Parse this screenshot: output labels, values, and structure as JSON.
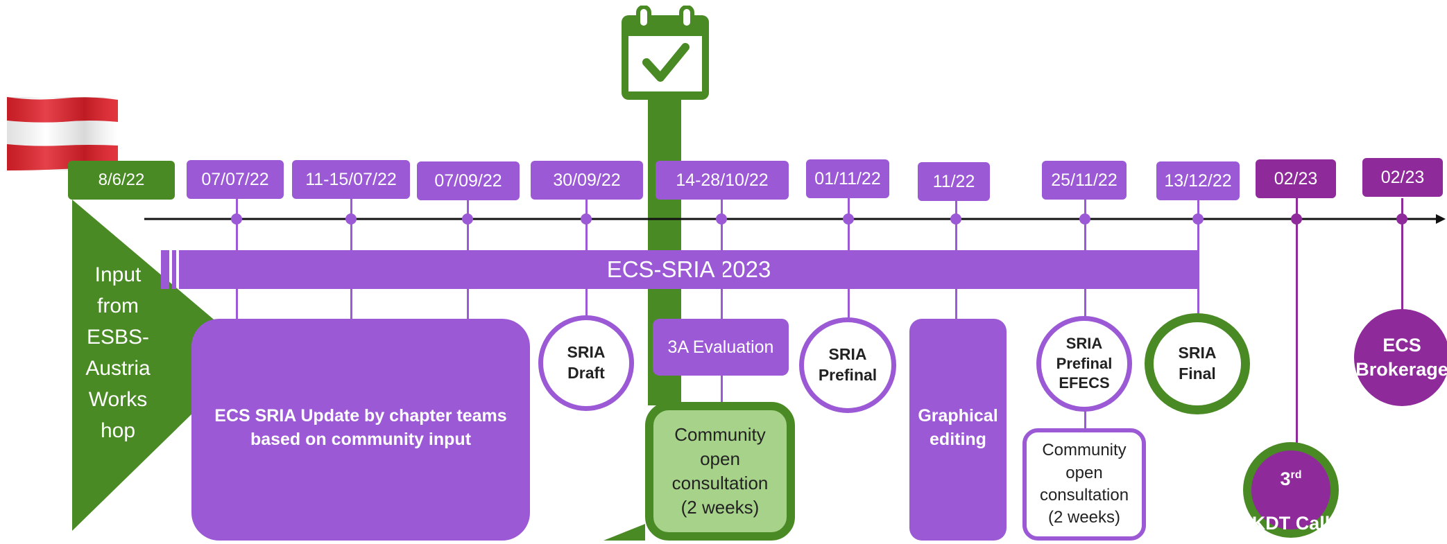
{
  "colors": {
    "purple": "#9b59d6",
    "dark_purple": "#8e2a9a",
    "green": "#4a8a25",
    "light_green": "#a6d28a"
  },
  "icons": [
    "calendar-check-icon",
    "austria-flag-icon"
  ],
  "start_date": "8/6/22",
  "input_text": "Input\nfrom\nESBS-\nAustria\nWorks\nhop",
  "banner": "ECS-SRIA 2023",
  "dates": [
    "07/07/22",
    "11-15/07/22",
    "07/09/22",
    "30/09/22",
    "14-28/10/22",
    "01/11/22",
    "11/22",
    "25/11/22",
    "13/12/22",
    "02/23",
    "02/23"
  ],
  "milestones": {
    "update_panel": "ECS SRIA Update by chapter teams\nbased on community input",
    "draft": "SRIA\nDraft",
    "evaluation": "3A Evaluation",
    "consultation_1": "Community\nopen\nconsultation\n(2 weeks)",
    "prefinal": "SRIA\nPrefinal",
    "graphical": "Graphical\nediting",
    "prefinal_efecs": "SRIA\nPrefinal\nEFECS",
    "consultation_2": "Community\nopen\nconsultation\n(2 weeks)",
    "final": "SRIA\nFinal",
    "kdt_num": "3",
    "kdt_sup": "rd",
    "kdt_text": "KDT Call",
    "brokerage": "ECS\nBrokerage"
  }
}
